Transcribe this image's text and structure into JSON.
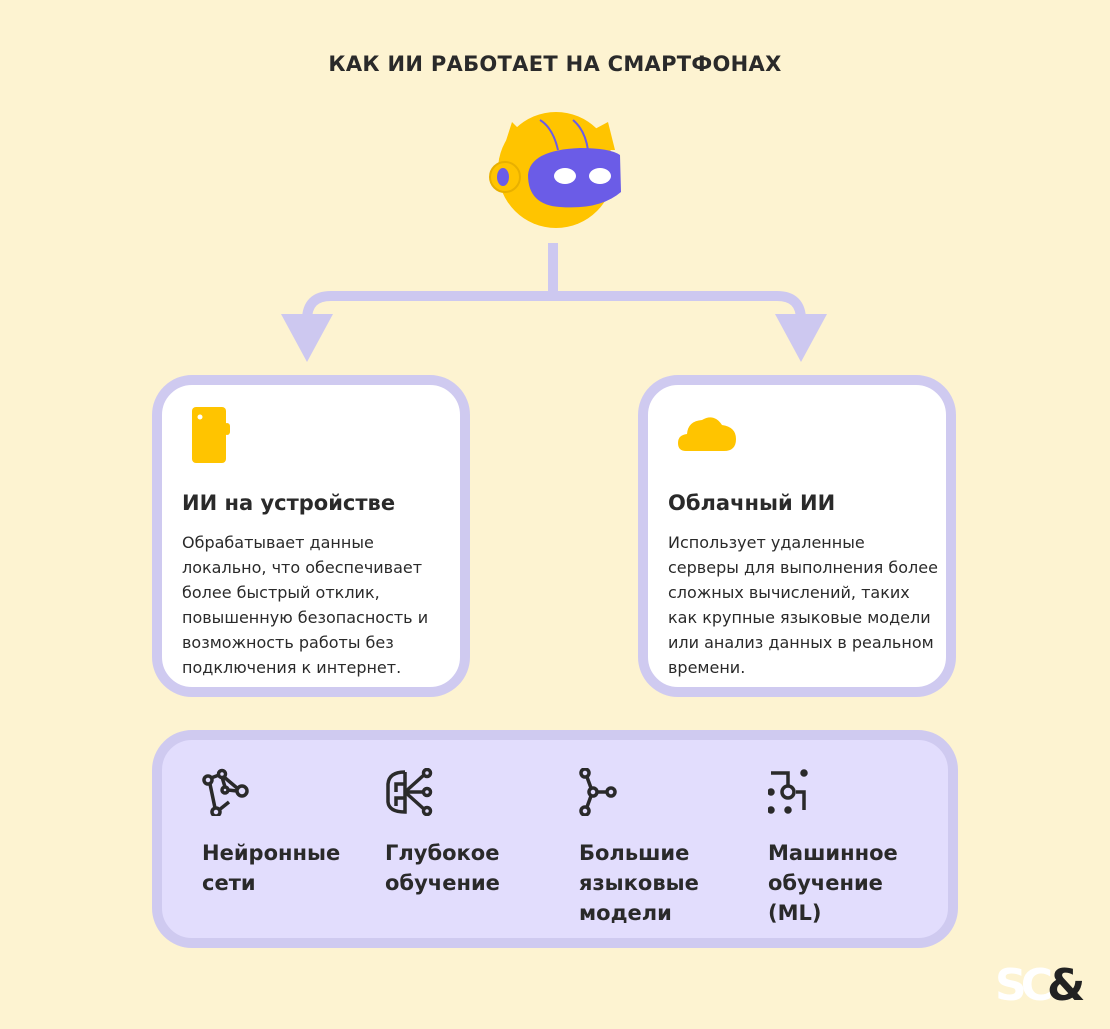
{
  "title": "КАК ИИ РАБОТАЕТ НА СМАРТФОНАХ",
  "colors": {
    "background": "#fdf3d1",
    "lavender": "#cfcaf0",
    "purple": "#6b5ce7",
    "yellow": "#ffc400"
  },
  "cards": [
    {
      "icon": "smartphone-icon",
      "heading": "ИИ на устройстве",
      "text": "Обрабатывает данные локально, что обеспечивает более быстрый отклик, повышенную безопасность и возможность работы без подключения к интернет."
    },
    {
      "icon": "cloud-icon",
      "heading": "Облачный ИИ",
      "text": "Использует удаленные серверы для выполнения более сложных вычислений, таких как крупные языковые модели или анализ данных в реальном времени."
    }
  ],
  "technologies": [
    {
      "icon": "neural-network-icon",
      "label": "Нейронные\nсети"
    },
    {
      "icon": "deep-learning-brain-icon",
      "label": "Глубокое\nобучение"
    },
    {
      "icon": "llm-nodes-icon",
      "label": "Большие\nязыковые\nмодели"
    },
    {
      "icon": "machine-learning-icon",
      "label": "Машинное\nобучение\n(ML)"
    }
  ],
  "logo": "SC&"
}
